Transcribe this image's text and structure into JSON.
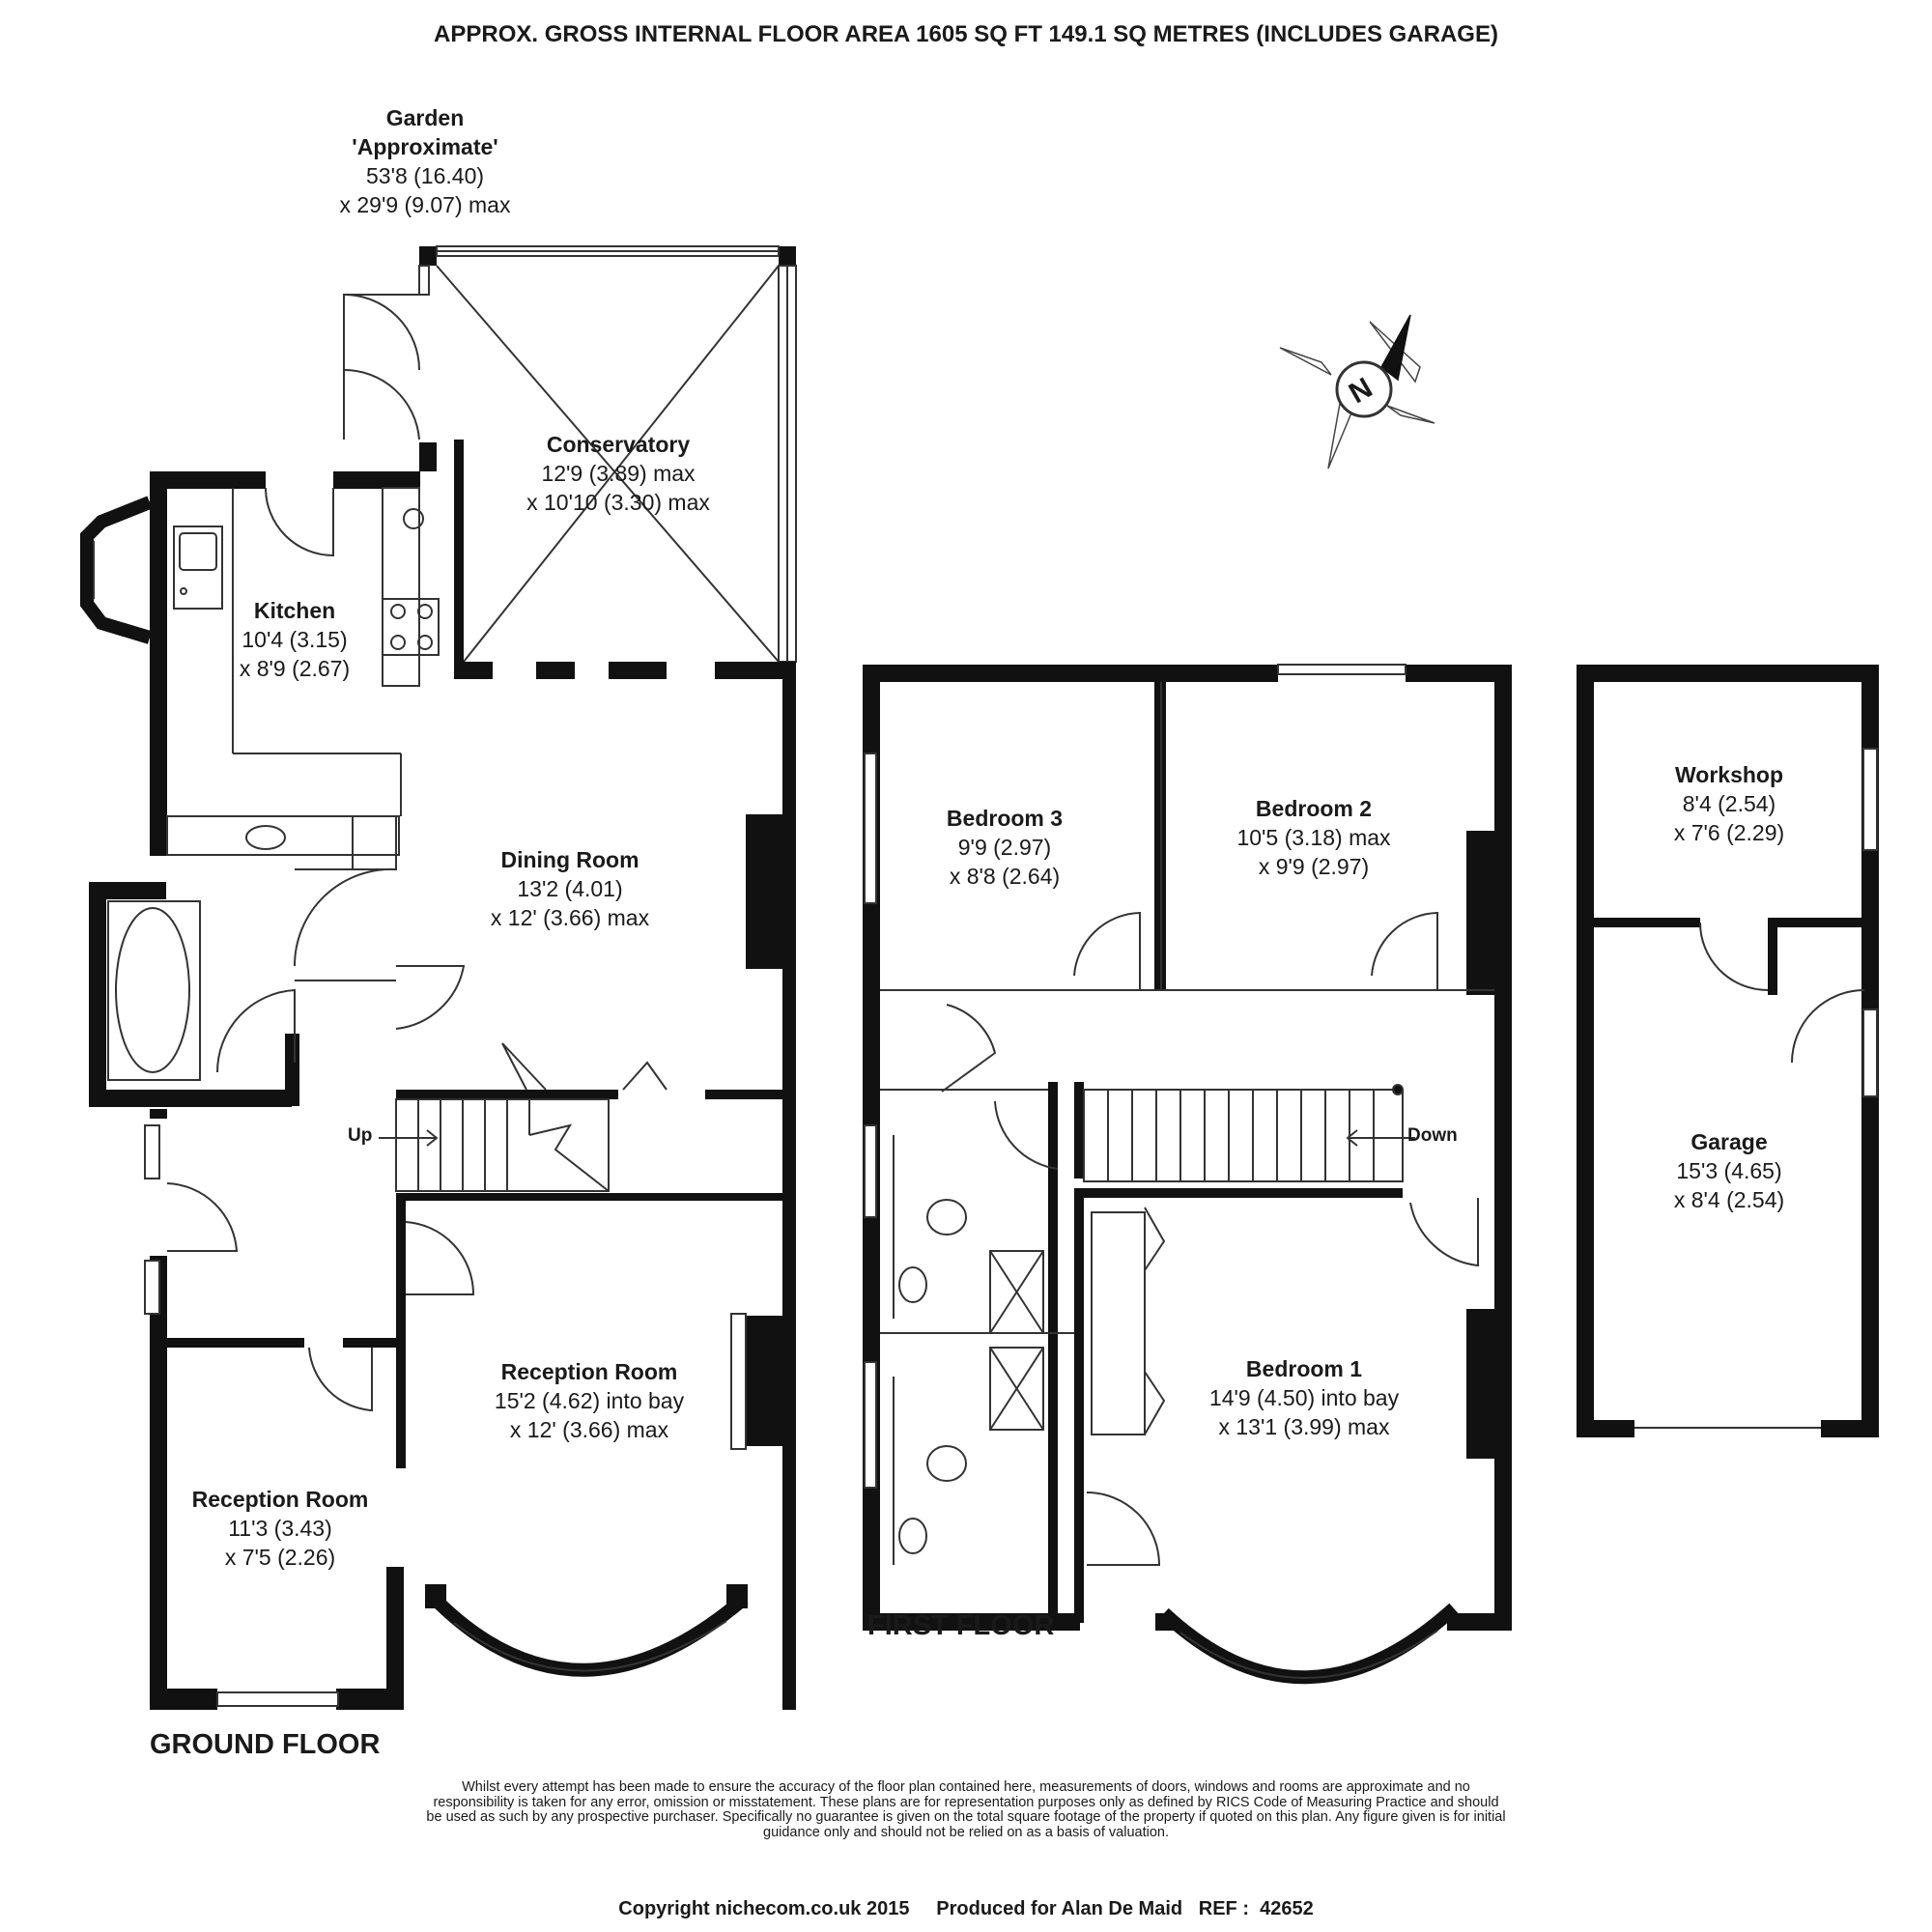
{
  "header": {
    "title": "APPROX. GROSS INTERNAL FLOOR AREA 1605 SQ FT 149.1 SQ METRES (INCLUDES GARAGE)"
  },
  "garden": {
    "name": "Garden",
    "note": "'Approximate'",
    "dim1": "53'8 (16.40)",
    "dim2": "x 29'9 (9.07) max"
  },
  "compass": {
    "letter": "N"
  },
  "ground_floor": {
    "title": "GROUND FLOOR",
    "up_label": "Up",
    "rooms": {
      "conservatory": {
        "name": "Conservatory",
        "dim1": "12'9 (3.89) max",
        "dim2": "x 10'10 (3.30) max"
      },
      "kitchen": {
        "name": "Kitchen",
        "dim1": "10'4 (3.15)",
        "dim2": "x 8'9 (2.67)"
      },
      "dining": {
        "name": "Dining Room",
        "dim1": "13'2 (4.01)",
        "dim2": "x 12' (3.66) max"
      },
      "reception_large": {
        "name": "Reception Room",
        "dim1": "15'2 (4.62) into bay",
        "dim2": "x 12' (3.66) max"
      },
      "reception_small": {
        "name": "Reception Room",
        "dim1": "11'3 (3.43)",
        "dim2": "x 7'5 (2.26)"
      }
    }
  },
  "first_floor": {
    "title": "FIRST FLOOR",
    "down_label": "Down",
    "rooms": {
      "bedroom3": {
        "name": "Bedroom 3",
        "dim1": "9'9 (2.97)",
        "dim2": "x 8'8 (2.64)"
      },
      "bedroom2": {
        "name": "Bedroom 2",
        "dim1": "10'5 (3.18) max",
        "dim2": "x 9'9 (2.97)"
      },
      "bedroom1": {
        "name": "Bedroom 1",
        "dim1": "14'9 (4.50) into bay",
        "dim2": "x 13'1 (3.99) max"
      }
    }
  },
  "outbuilding": {
    "rooms": {
      "workshop": {
        "name": "Workshop",
        "dim1": "8'4 (2.54)",
        "dim2": "x 7'6 (2.29)"
      },
      "garage": {
        "name": "Garage",
        "dim1": "15'3 (4.65)",
        "dim2": "x 8'4 (2.54)"
      }
    }
  },
  "disclaimer": "Whilst every attempt has been made to ensure the accuracy of the floor plan contained here, measurements of doors, windows and rooms are approximate and no responsibility is taken for any error, omission or misstatement. These plans are for representation purposes only as defined by RICS Code of Measuring Practice and should be used as such by any prospective purchaser.  Specifically no guarantee is given on the total square footage of the property if quoted on this plan. Any figure given is for initial guidance only and should not be relied on as a basis of valuation.",
  "copyright": "Copyright nichecom.co.uk 2015     Produced for Alan De Maid   REF :  42652",
  "colors": {
    "wall": "#111111",
    "line": "#333333",
    "background": "#ffffff"
  }
}
